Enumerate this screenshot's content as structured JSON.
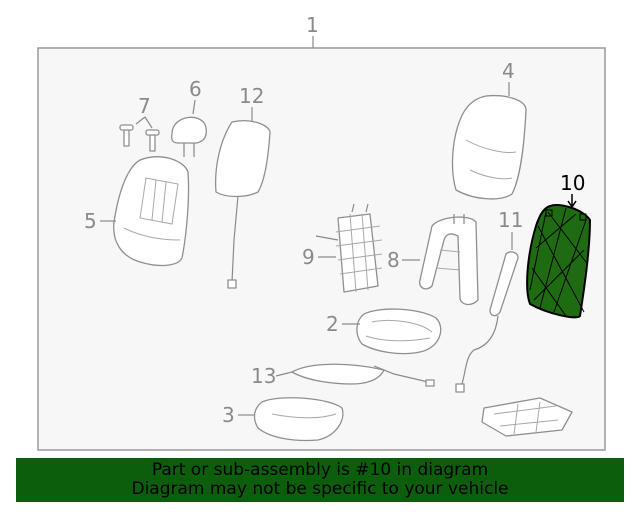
{
  "callouts": {
    "c1": "1",
    "c2": "2",
    "c3": "3",
    "c4": "4",
    "c5": "5",
    "c6": "6",
    "c7": "7",
    "c8": "8",
    "c9": "9",
    "c10": "10",
    "c11": "11",
    "c12": "12",
    "c13": "13"
  },
  "highlight_part": "10",
  "colors": {
    "frame_bg": "#f7f7f7",
    "frame_border": "#999999",
    "part_stroke": "#8f8f8f",
    "highlight_fill": "#1f6b12",
    "highlight_stroke": "#000000",
    "footer_bg": "#0c5e0c"
  },
  "footer": {
    "line1": "Part or sub-assembly is #10 in diagram",
    "line2": "Diagram may not be specific to your vehicle"
  }
}
